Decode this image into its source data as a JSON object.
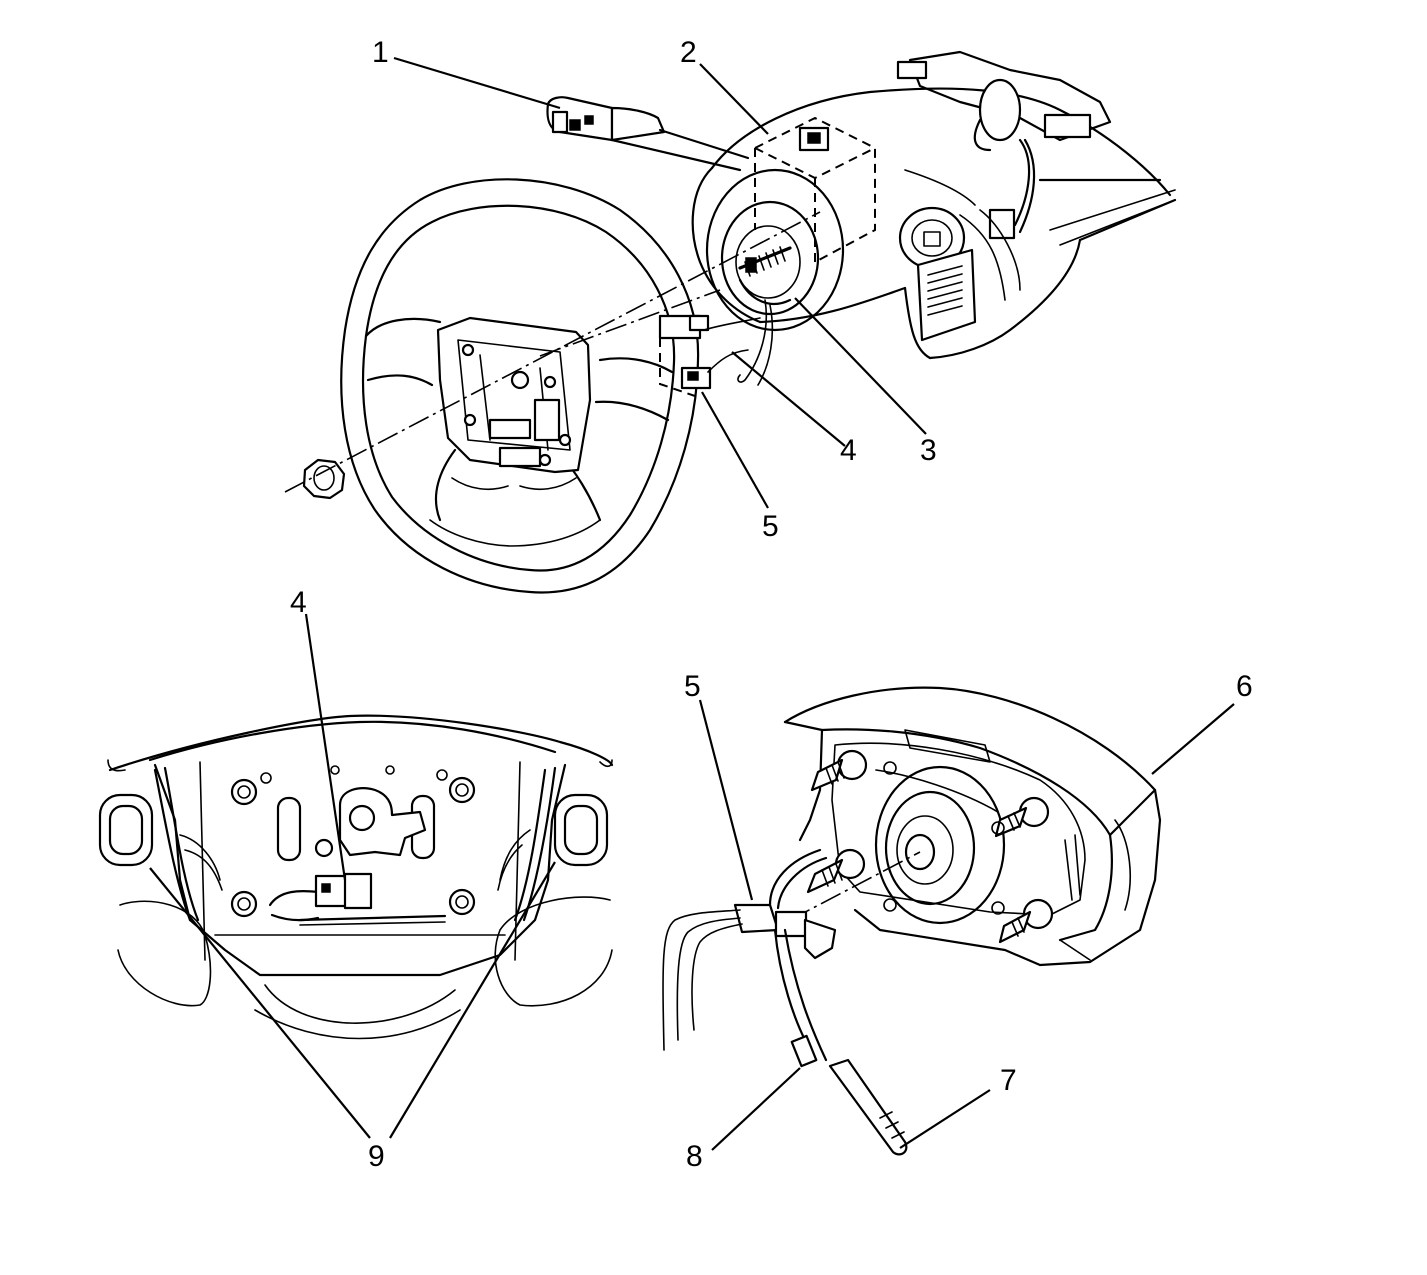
{
  "callouts": {
    "c1": "1",
    "c2": "2",
    "c3": "3",
    "c4_top": "4",
    "c5_top": "5",
    "c4_bottom": "4",
    "c5_bottom": "5",
    "c6": "6",
    "c7": "7",
    "c8": "8",
    "c9": "9"
  },
  "icons": {
    "steering_wheel": "steering-wheel-icon",
    "steering_column": "steering-column-icon",
    "airbag_module": "airbag-module-icon",
    "connector": "connector-icon"
  }
}
